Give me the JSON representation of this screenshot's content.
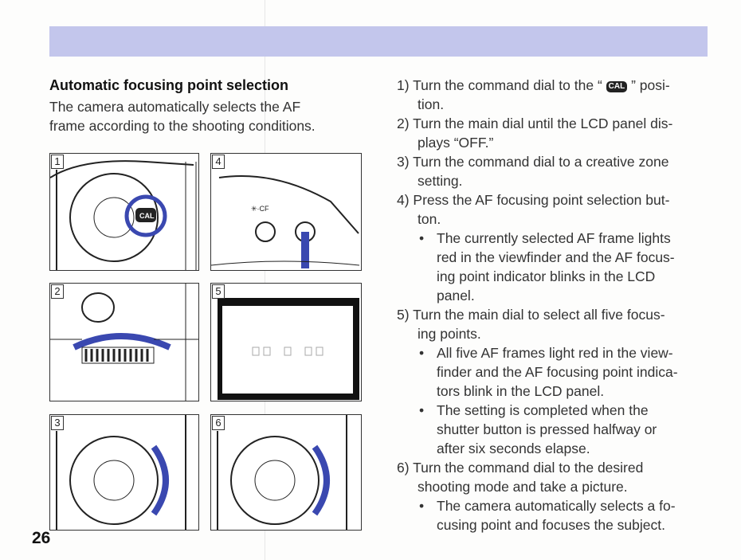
{
  "section": {
    "heading": "Automatic focusing point selection",
    "intro_lines": [
      "The camera automatically selects the AF",
      "frame according to the shooting conditions."
    ]
  },
  "figures": [
    {
      "number": "1",
      "dial_label": "CAL"
    },
    {
      "number": "2"
    },
    {
      "number": "3"
    },
    {
      "number": "4",
      "label": "✳·CF"
    },
    {
      "number": "5"
    },
    {
      "number": "6"
    }
  ],
  "page_number": "26",
  "steps": [
    {
      "lines": [
        "1) Turn the command dial to the “",
        "” posi-",
        "tion."
      ],
      "icon_text": "CAL"
    },
    {
      "lines": [
        "2) Turn the main dial until the LCD panel dis-",
        "plays “OFF.”"
      ]
    },
    {
      "lines": [
        "3) Turn the command dial to a creative zone",
        "setting."
      ]
    },
    {
      "lines": [
        "4) Press the AF focusing point selection but-",
        "ton."
      ],
      "bullets": [
        [
          "The currently selected AF frame lights",
          "red in the viewfinder and the AF focus-",
          "ing point indicator blinks in the LCD",
          "panel."
        ]
      ]
    },
    {
      "lines": [
        "5) Turn the main dial to select all five focus-",
        "ing points."
      ],
      "bullets": [
        [
          "All five AF frames light red in the view-",
          "finder and the AF focusing point indica-",
          "tors blink in the LCD panel."
        ],
        [
          "The setting is completed when the",
          "shutter button is pressed halfway or",
          "after six seconds elapse."
        ]
      ]
    },
    {
      "lines": [
        "6) Turn the command dial to the desired",
        "shooting mode and take a picture."
      ],
      "bullets": [
        [
          "The camera automatically selects a fo-",
          "cusing point and focuses the subject."
        ]
      ]
    }
  ],
  "colors": {
    "banner": "#c3c6ec",
    "accent": "#3a48b0"
  }
}
